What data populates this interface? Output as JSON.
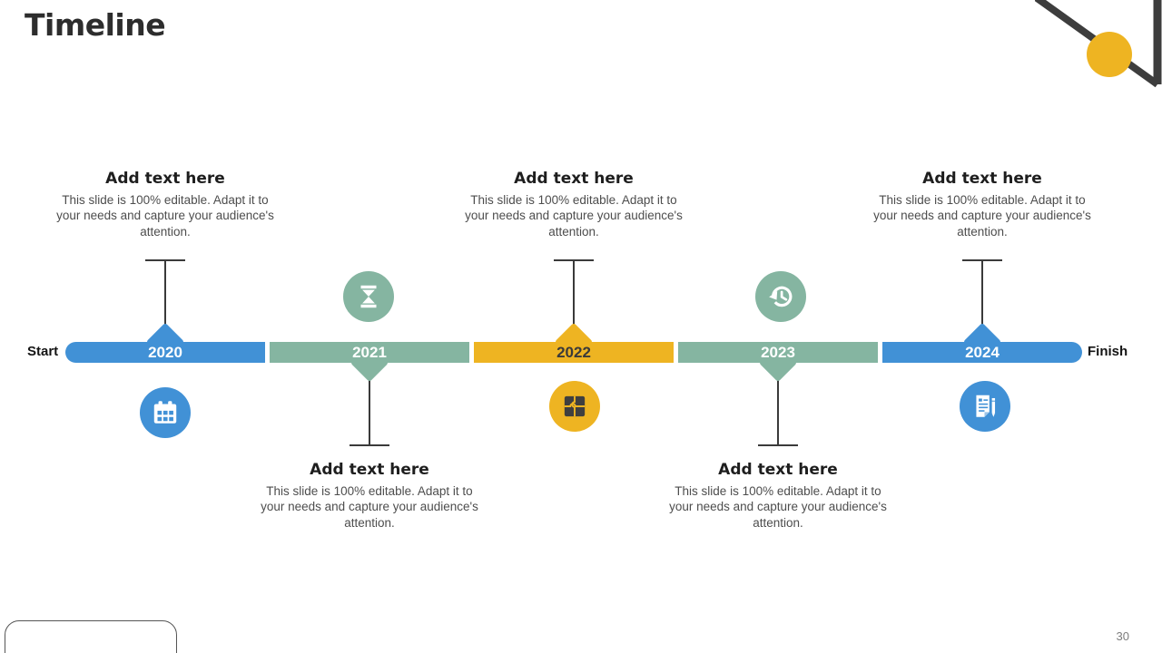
{
  "slide": {
    "title": "Timeline",
    "page_number": "30"
  },
  "timeline": {
    "start_label": "Start",
    "finish_label": "Finish"
  },
  "colors": {
    "blue": "#4191d6",
    "green": "#85b5a1",
    "yellow": "#eeb422",
    "connector_dark": "#3a3a3a",
    "title_text": "#2d2d2d",
    "body_text": "#4d4d4d"
  },
  "milestones": [
    {
      "year": "2020",
      "segment_color": "#4191d6",
      "text_position": "top",
      "icon": "calendar-icon",
      "heading": "Add text here",
      "body": "This slide is 100% editable. Adapt it to your needs and capture your audience's attention."
    },
    {
      "year": "2021",
      "segment_color": "#85b5a1",
      "text_position": "bottom",
      "icon": "hourglass-icon",
      "heading": "Add text here",
      "body": "This slide is 100% editable. Adapt it to your needs and capture your audience's attention."
    },
    {
      "year": "2022",
      "segment_color": "#eeb422",
      "text_position": "top",
      "icon": "puzzle-icon",
      "heading": "Add text here",
      "body": "This slide is 100% editable. Adapt it to your needs and capture your audience's attention."
    },
    {
      "year": "2023",
      "segment_color": "#85b5a1",
      "text_position": "bottom",
      "icon": "history-icon",
      "heading": "Add text here",
      "body": "This slide is 100% editable. Adapt it to your needs and capture your audience's attention."
    },
    {
      "year": "2024",
      "segment_color": "#4191d6",
      "text_position": "top",
      "icon": "document-icon",
      "heading": "Add text here",
      "body": "This slide is 100% editable. Adapt it to your needs and capture your audience's attention."
    }
  ]
}
